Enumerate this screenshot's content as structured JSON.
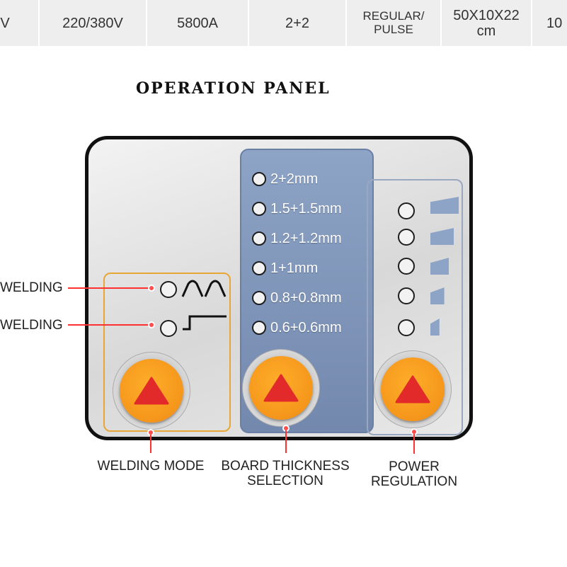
{
  "spec_row": {
    "cells": [
      "V",
      "220/380V",
      "5800A",
      "2+2",
      "REGULAR/\nPULSE",
      "50X10X22\ncm",
      "10"
    ]
  },
  "title": "OPERATION PANEL",
  "board_thickness_options": [
    "2+2mm",
    "1.5+1.5mm",
    "1.2+1.2mm",
    "1+1mm",
    "0.8+0.8mm",
    "0.6+0.6mm"
  ],
  "power_levels": [
    1.0,
    0.8,
    0.6,
    0.4,
    0.2
  ],
  "welding_mode": {
    "labels": [
      "WELDING",
      "WELDING"
    ],
    "icons": [
      "pulse-wave-icon",
      "step-wave-icon"
    ]
  },
  "buttons": [
    {
      "label": "WELDING MODE",
      "icon": "up-triangle-icon"
    },
    {
      "label": "BOARD THICKNESS\nSELECTION",
      "icon": "up-triangle-icon"
    },
    {
      "label": "POWER\nREGULATION",
      "icon": "up-triangle-icon"
    }
  ],
  "colors": {
    "button": "#f4961b",
    "triangle": "#e32a2a",
    "callout": "#ff3030",
    "blue_panel": "#8da4c6",
    "mode_outline": "#e8a636"
  }
}
